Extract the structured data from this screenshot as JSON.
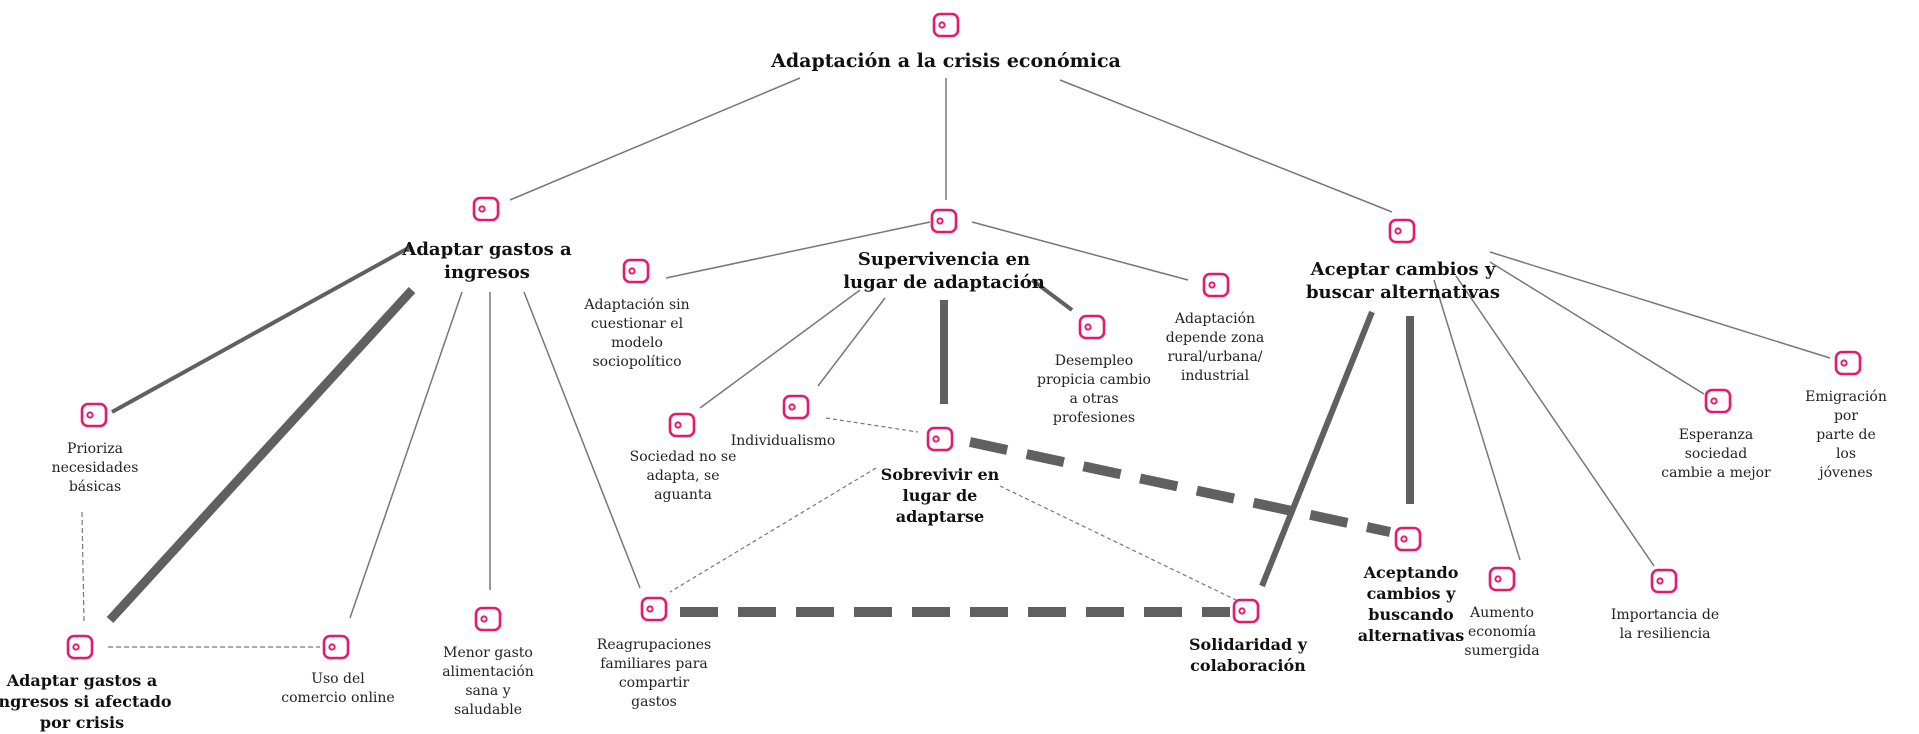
{
  "colors": {
    "icon": "#e6196e",
    "edge": "#606060",
    "thin_edge": "#777777",
    "text": "#222222"
  },
  "icon_name": "code-tag-icon",
  "nodes": {
    "root": "Adaptación a la crisis económica",
    "adaptar": "Adaptar gastos a\ningresos",
    "supervivencia": "Supervivencia en\nlugar de adaptación",
    "aceptar": "Aceptar cambios y\nbuscar alternativas",
    "sin_cuestionar": "Adaptación sin\ncuestionar el\nmodelo\nsociopolítico",
    "depende_zona": "Adaptación\ndepende zona\nrural/urbana/\nindustrial",
    "desempleo": "Desempleo\npropicia cambio\na otras\nprofesiones",
    "no_adapta": "Sociedad no se\nadapta, se\naguanta",
    "individualismo": "Individualismo",
    "sobrevivir": "Sobrevivir en\nlugar de\nadaptarse",
    "prioriza": "Prioriza\nnecesidades\nbásicas",
    "afectado": "Adaptar gastos a\ningresos si afectado\npor crisis",
    "online": "Uso del\ncomercio online",
    "alimentacion": "Menor gasto\nalimentación\nsana y\nsaludable",
    "reagrupaciones": "Reagrupaciones\nfamiliares para\ncompartir\ngastos",
    "solidaridad": "Solidaridad y\ncolaboración",
    "aceptando": "Aceptando\ncambios y\nbuscando\nalternativas",
    "sumergida": "Aumento\neconomía\nsumergida",
    "resiliencia": "Importancia de\nla resiliencia",
    "esperanza": "Esperanza\nsociedad\ncambie a mejor",
    "emigracion": "Emigración por\nparte de los\njóvenes"
  }
}
